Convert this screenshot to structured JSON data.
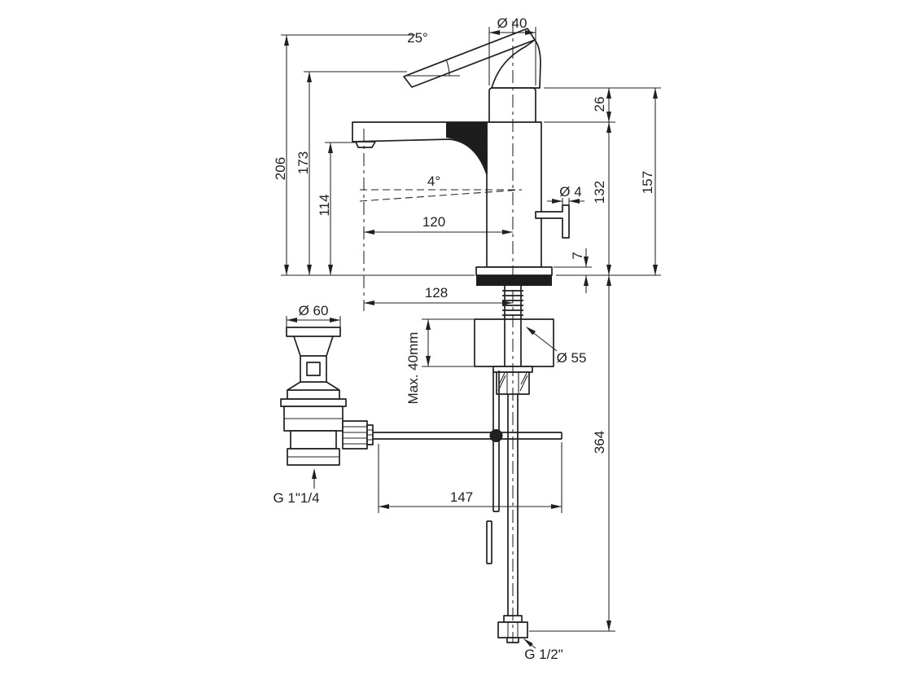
{
  "colors": {
    "ink": "#231f20",
    "paper": "#ffffff",
    "fill_dark": "#1d1d1d"
  },
  "labels": {
    "spout_diameter": "Ø 40",
    "handle_angle": "25°",
    "handle_rise": "26",
    "overall_height": "206",
    "height_to_handle_tip": "173",
    "outlet_height": "114",
    "spout_angle": "4°",
    "spout_reach": "120",
    "rod_diameter": "Ø 4",
    "body_height": "132",
    "total_body_height": "157",
    "base_plate_height": "7",
    "base_reach": "128",
    "waste_cap_diameter": "Ø 60",
    "max_deck_thickness": "Max. 40mm",
    "base_diameter": "Ø 55",
    "hose_length": "364",
    "rod_length": "147",
    "waste_thread": "G 1\"1/4",
    "hose_thread": "G 1/2\""
  }
}
